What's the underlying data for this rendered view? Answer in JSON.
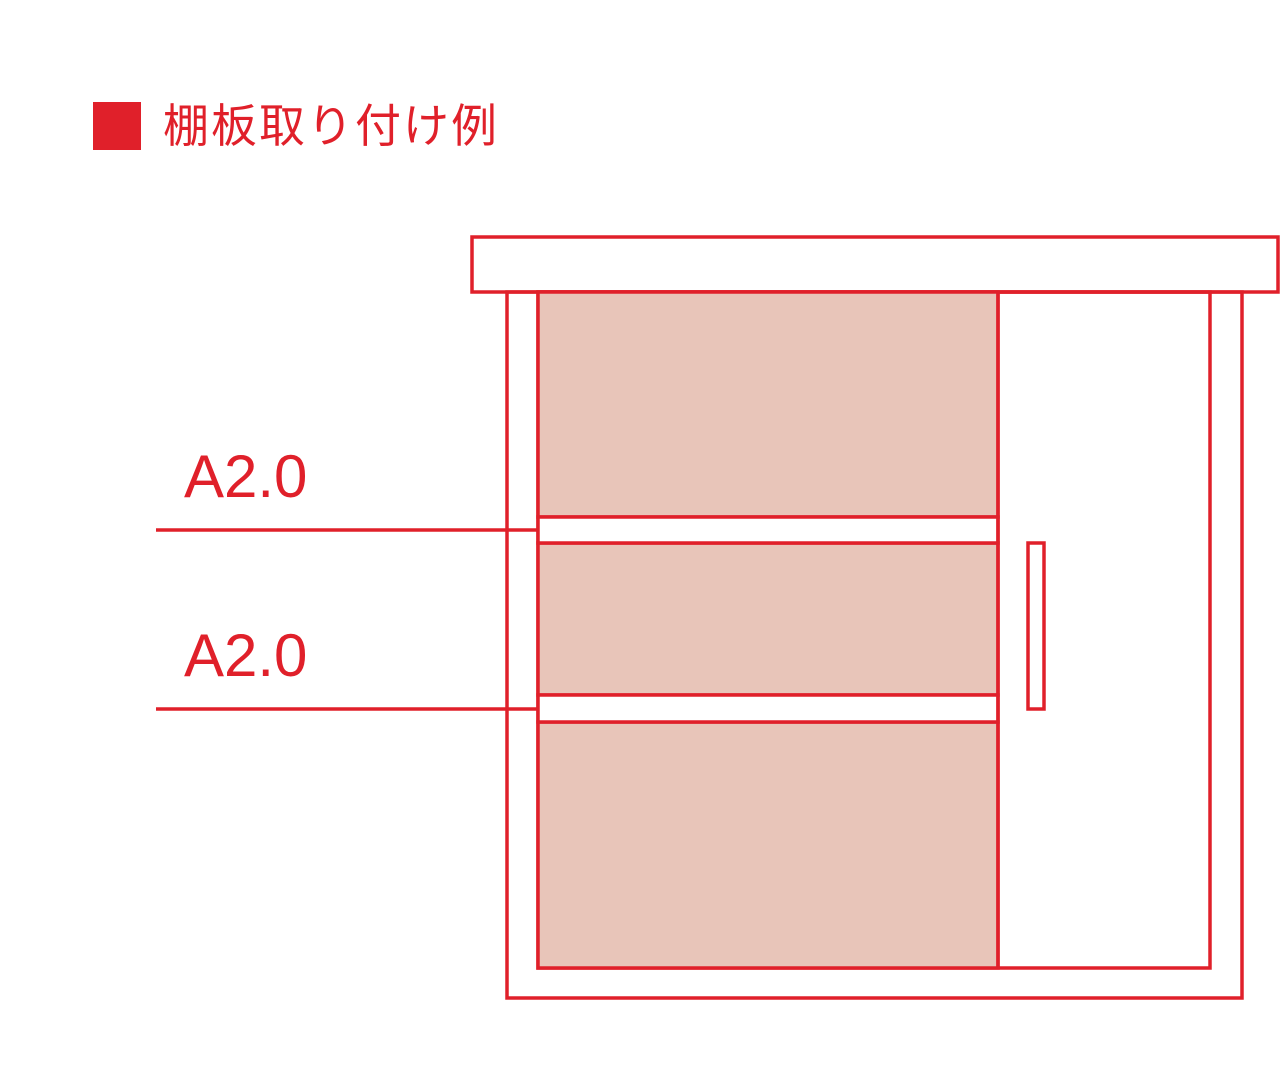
{
  "heading": {
    "marker_icon": "red-square-icon",
    "title": "棚板取り付け例"
  },
  "colors": {
    "accent": "#e0202a",
    "panel_fill": "#e8c5b9",
    "background": "#ffffff"
  },
  "diagram": {
    "dimension_labels": [
      "A2.0",
      "A2.0"
    ]
  }
}
